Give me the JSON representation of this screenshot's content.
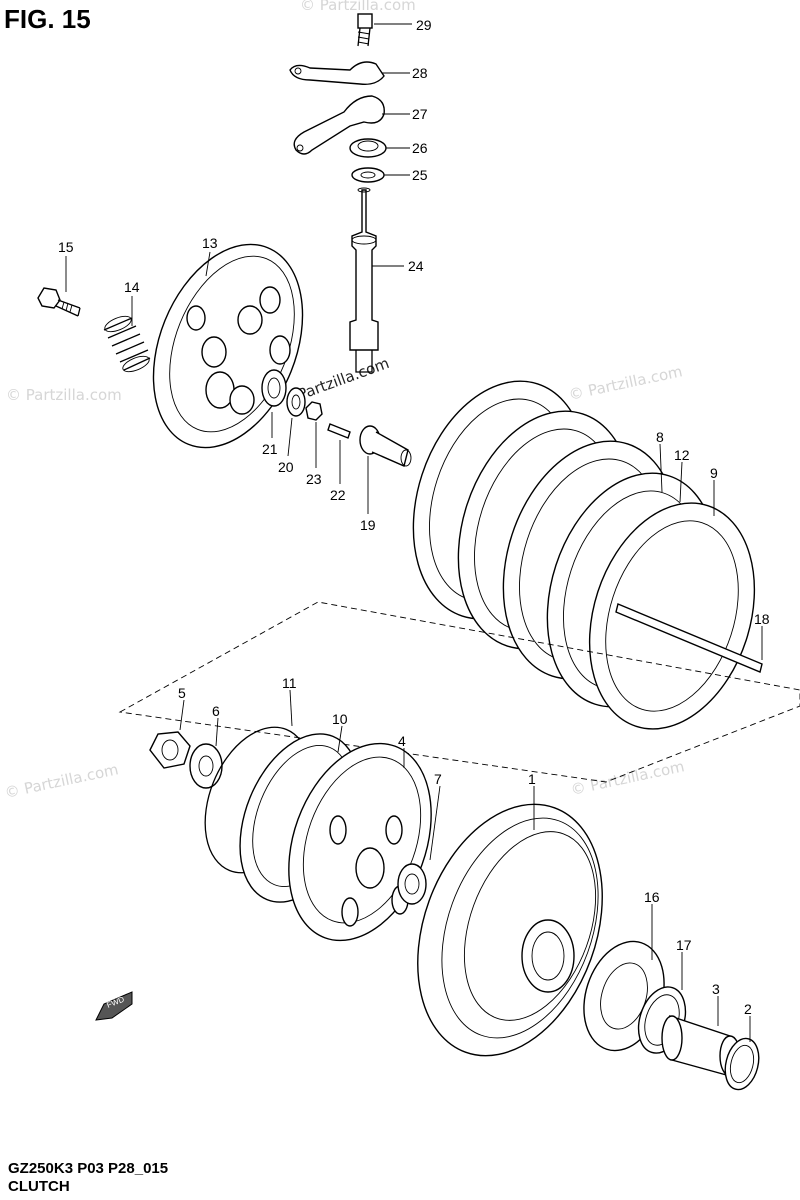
{
  "figure": {
    "title": "FIG. 15",
    "code": "GZ250K3 P03 P28_015",
    "name": "CLUTCH"
  },
  "watermark": {
    "brand": "© Partzilla.com",
    "strong": "Partzilla.com"
  },
  "direction_badge": "FWD",
  "callouts": [
    {
      "id": "29",
      "label": "29"
    },
    {
      "id": "28",
      "label": "28"
    },
    {
      "id": "27",
      "label": "27"
    },
    {
      "id": "26",
      "label": "26"
    },
    {
      "id": "25",
      "label": "25"
    },
    {
      "id": "24",
      "label": "24"
    },
    {
      "id": "15",
      "label": "15"
    },
    {
      "id": "13",
      "label": "13"
    },
    {
      "id": "14",
      "label": "14"
    },
    {
      "id": "21",
      "label": "21"
    },
    {
      "id": "20",
      "label": "20"
    },
    {
      "id": "23",
      "label": "23"
    },
    {
      "id": "22",
      "label": "22"
    },
    {
      "id": "19",
      "label": "19"
    },
    {
      "id": "8",
      "label": "8"
    },
    {
      "id": "12",
      "label": "12"
    },
    {
      "id": "9",
      "label": "9"
    },
    {
      "id": "18",
      "label": "18"
    },
    {
      "id": "5",
      "label": "5"
    },
    {
      "id": "6",
      "label": "6"
    },
    {
      "id": "11",
      "label": "11"
    },
    {
      "id": "10",
      "label": "10"
    },
    {
      "id": "4",
      "label": "4"
    },
    {
      "id": "7",
      "label": "7"
    },
    {
      "id": "1",
      "label": "1"
    },
    {
      "id": "16",
      "label": "16"
    },
    {
      "id": "17",
      "label": "17"
    },
    {
      "id": "3",
      "label": "3"
    },
    {
      "id": "2",
      "label": "2"
    }
  ]
}
